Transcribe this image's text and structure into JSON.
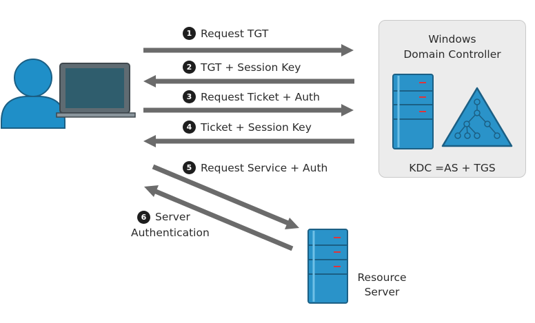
{
  "domain_controller": {
    "title_line1": "Windows",
    "title_line2": "Domain Controller",
    "kdc_label": "KDC =AS + TGS"
  },
  "steps": [
    {
      "number": "1",
      "label": "Request TGT"
    },
    {
      "number": "2",
      "label": "TGT + Session Key"
    },
    {
      "number": "3",
      "label": "Request Ticket + Auth"
    },
    {
      "number": "4",
      "label": "Ticket + Session Key"
    },
    {
      "number": "5",
      "label": "Request Service + Auth"
    },
    {
      "number": "6",
      "label_line1": "Server",
      "label_line2": "Authentication"
    }
  ],
  "resource_server": {
    "label_line1": "Resource",
    "label_line2": "Server"
  },
  "colors": {
    "arrow": "#6b6b6b",
    "server_blue": "#2a93c9",
    "server_dark": "#1b6d96",
    "user_blue": "#1f8fc8",
    "led_red": "#e0343a"
  },
  "icons": [
    "user-icon",
    "laptop-icon",
    "server-icon",
    "directory-tree-icon"
  ]
}
